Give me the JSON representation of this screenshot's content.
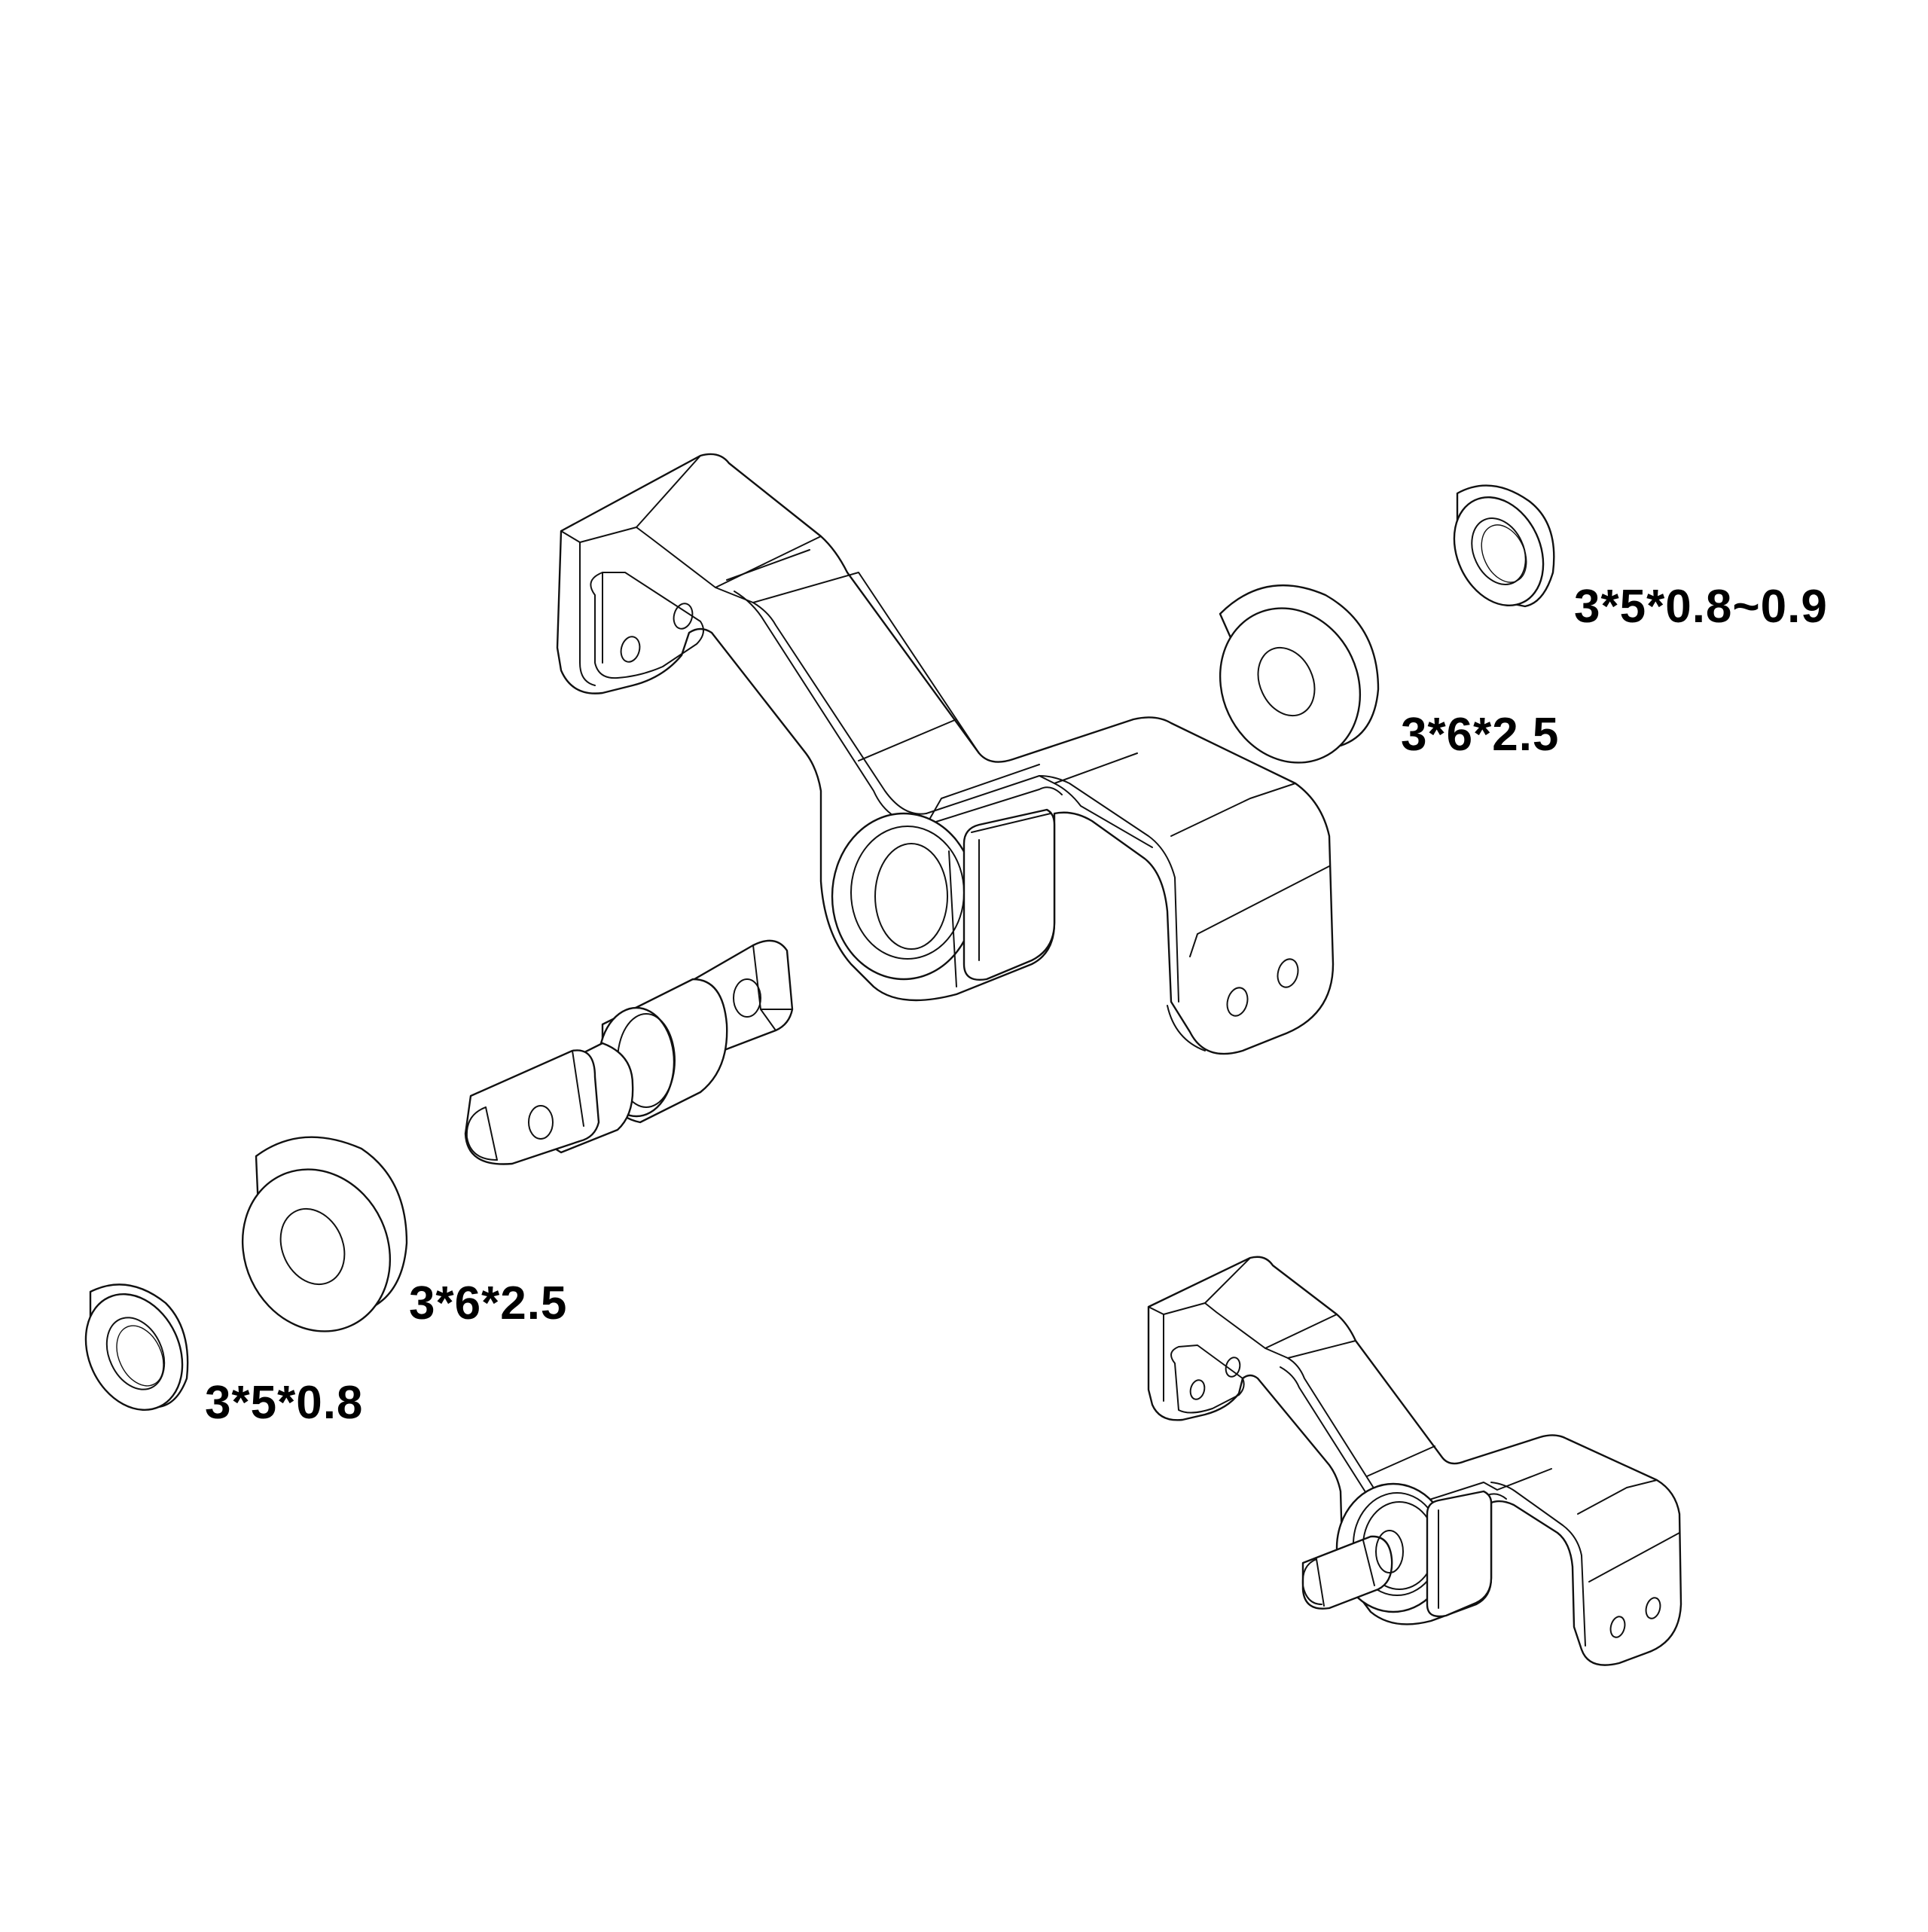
{
  "labels": {
    "shim_right": "3*5*0.8~0.9",
    "bearing_right": "3*6*2.5",
    "bearing_left": "3*6*2.5",
    "shim_left": "3*5*0.8"
  },
  "colors": {
    "background": "#ffffff",
    "line": "#111111",
    "text": "#000000"
  }
}
